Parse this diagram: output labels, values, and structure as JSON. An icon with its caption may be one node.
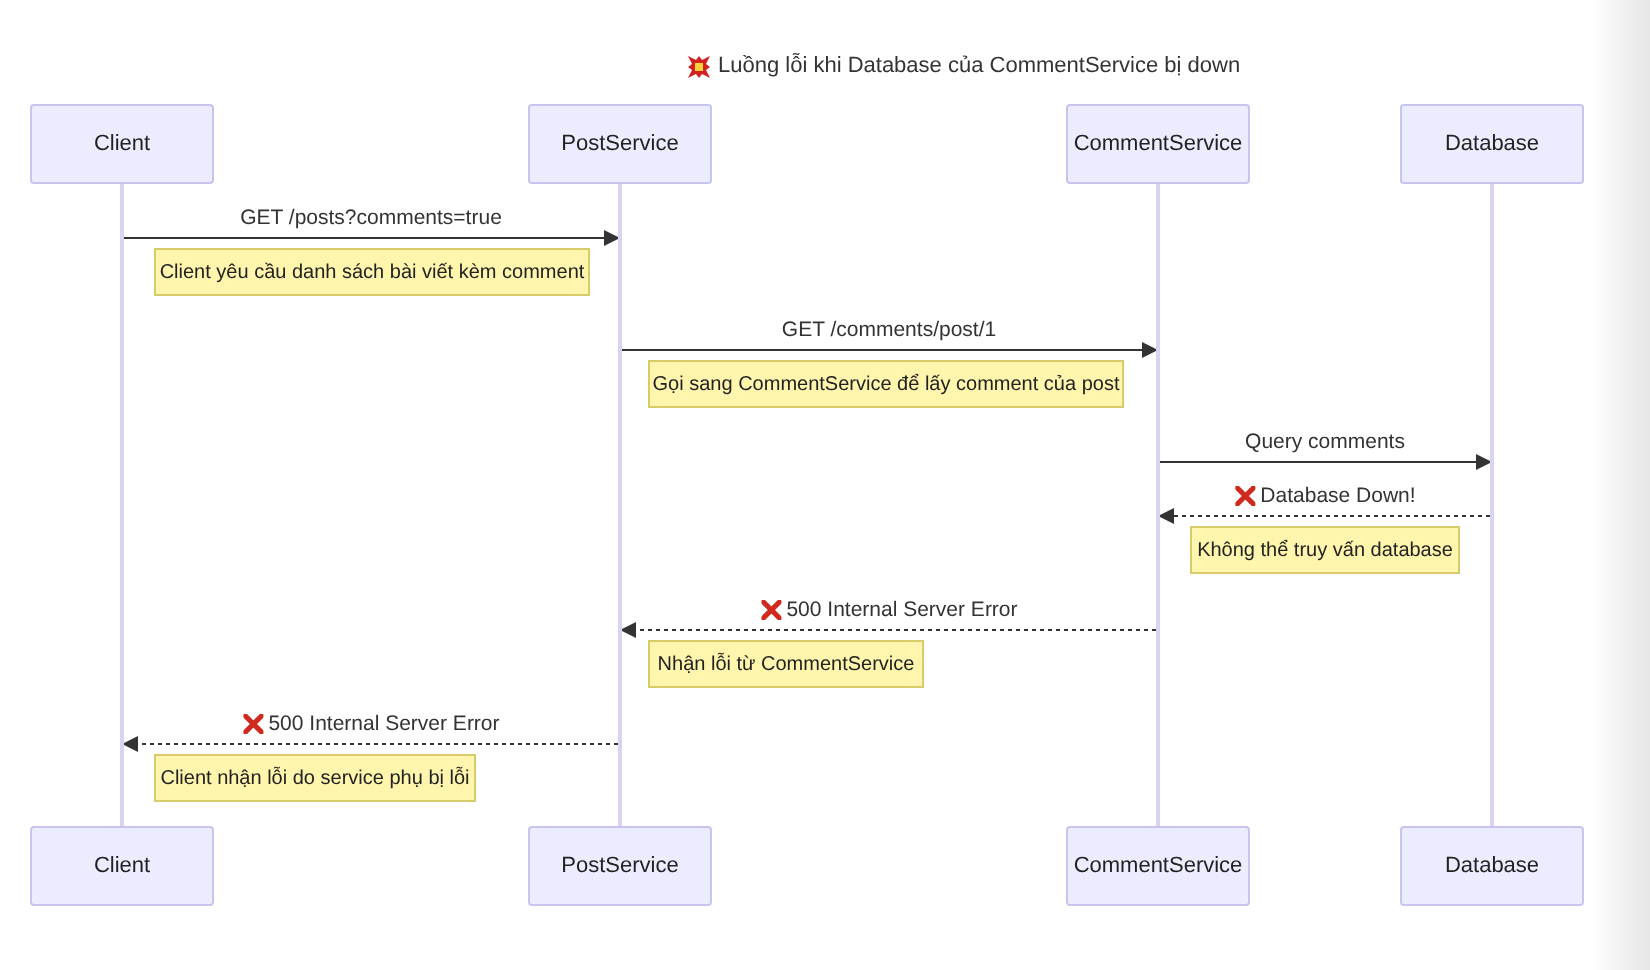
{
  "diagram": {
    "title": "Luồng lỗi khi Database của CommentService bị down",
    "nodes": [
      {
        "text": [
          "Client"
        ]
      },
      {
        "text": [
          "PostService"
        ]
      },
      {
        "text": [
          "CommentService"
        ]
      },
      {
        "text": [
          "Database"
        ]
      },
      {
        "text": [],
        "shape": "bar"
      },
      {
        "text": [],
        "shape": "bar"
      },
      {
        "text": [],
        "shape": "bar"
      },
      {
        "text": [],
        "shape": "bar"
      },
      {
        "text": [
          "Client"
        ]
      },
      {
        "text": [
          "PostService"
        ]
      },
      {
        "text": [
          "CommentService"
        ]
      },
      {
        "text": [
          "Database"
        ]
      },
      {
        "text": [
          "Client yêu cầu danh sách bài viết kèm comment"
        ]
      },
      {
        "text": [
          "Gọi sang CommentService để lấy comment của post"
        ]
      },
      {
        "text": [
          "Không thể truy vấn database"
        ]
      },
      {
        "text": [
          "Nhận lỗi từ CommentService"
        ]
      },
      {
        "text": [
          "Client nhận lỗi do service phụ bị lỗi"
        ]
      }
    ],
    "edges": [
      {
        "from": 4,
        "to": 5,
        "arrow": "to",
        "label": "GET /posts?comments=true"
      },
      {
        "from": 5,
        "to": 6,
        "arrow": "to",
        "label": "GET /comments/post/1"
      },
      {
        "from": 6,
        "to": 7,
        "arrow": "to",
        "label": "Query comments"
      },
      {
        "from": 7,
        "to": 6,
        "arrow": "to",
        "label": "Database Down!",
        "style": "dashed"
      },
      {
        "from": 6,
        "to": 5,
        "arrow": "to",
        "label": "500 Internal Server Error",
        "style": "dashed"
      },
      {
        "from": 5,
        "to": 4,
        "arrow": "to",
        "label": "500 Internal Server Error",
        "style": "dashed"
      }
    ]
  }
}
